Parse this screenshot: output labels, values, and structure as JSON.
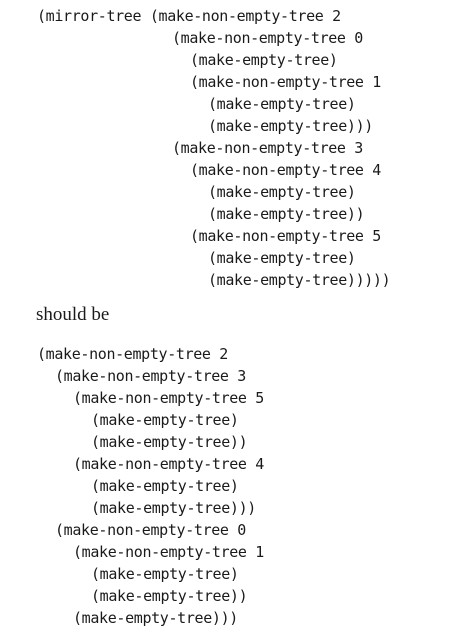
{
  "document": {
    "code_before": [
      {
        "text": "(mirror-tree (make-non-empty-tree 2",
        "indent": 0
      },
      {
        "text": "(make-non-empty-tree 0",
        "indent": 15
      },
      {
        "text": "(make-empty-tree)",
        "indent": 17
      },
      {
        "text": "(make-non-empty-tree 1",
        "indent": 17
      },
      {
        "text": "(make-empty-tree)",
        "indent": 19
      },
      {
        "text": "(make-empty-tree)))",
        "indent": 19
      },
      {
        "text": "(make-non-empty-tree 3",
        "indent": 15
      },
      {
        "text": "(make-non-empty-tree 4",
        "indent": 17
      },
      {
        "text": "(make-empty-tree)",
        "indent": 19
      },
      {
        "text": "(make-empty-tree))",
        "indent": 19
      },
      {
        "text": "(make-non-empty-tree 5",
        "indent": 17
      },
      {
        "text": "(make-empty-tree)",
        "indent": 19
      },
      {
        "text": "(make-empty-tree)))))",
        "indent": 19
      }
    ],
    "prose": "should be",
    "code_after": [
      {
        "text": "(make-non-empty-tree 2",
        "indent": 0
      },
      {
        "text": "(make-non-empty-tree 3",
        "indent": 2
      },
      {
        "text": "(make-non-empty-tree 5",
        "indent": 4
      },
      {
        "text": "(make-empty-tree)",
        "indent": 6
      },
      {
        "text": "(make-empty-tree))",
        "indent": 6
      },
      {
        "text": "(make-non-empty-tree 4",
        "indent": 4
      },
      {
        "text": "(make-empty-tree)",
        "indent": 6
      },
      {
        "text": "(make-empty-tree)))",
        "indent": 6
      },
      {
        "text": "(make-non-empty-tree 0",
        "indent": 2
      },
      {
        "text": "(make-non-empty-tree 1",
        "indent": 4
      },
      {
        "text": "(make-empty-tree)",
        "indent": 6
      },
      {
        "text": "(make-empty-tree))",
        "indent": 6
      },
      {
        "text": "(make-empty-tree)))",
        "indent": 4
      }
    ]
  }
}
